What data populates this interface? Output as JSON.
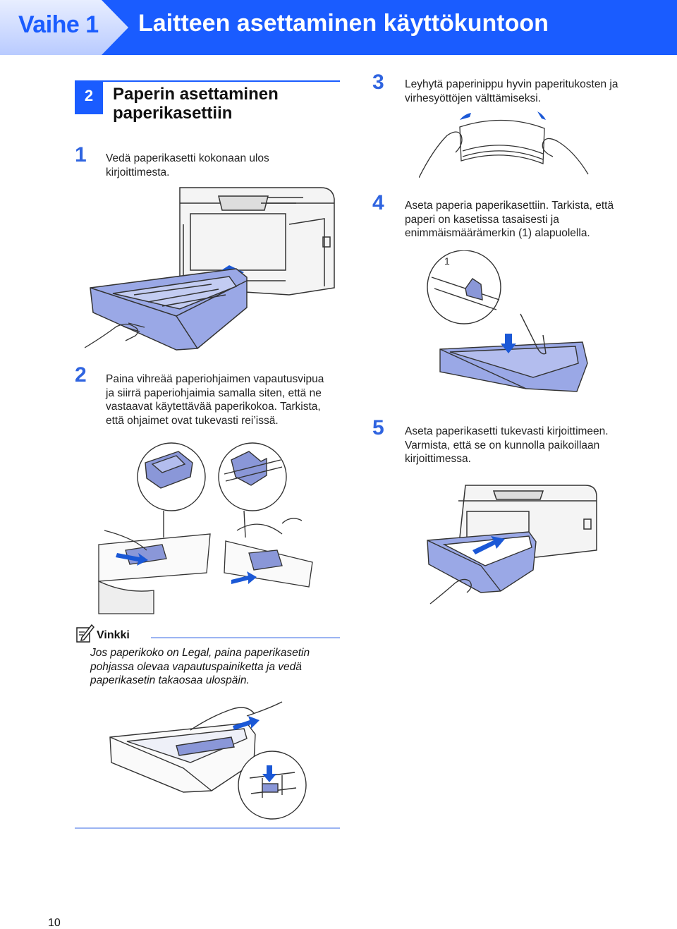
{
  "header": {
    "step_label": "Vaihe 1",
    "title": "Laitteen asettaminen käyttökuntoon",
    "brand_color": "#1a5cff"
  },
  "section": {
    "number": "2",
    "title_line1": "Paperin asettaminen",
    "title_line2": "paperikasettiin"
  },
  "steps": [
    {
      "num": "1",
      "lines": [
        "Vedä paperikasetti kokonaan ulos",
        "kirjoittimesta."
      ]
    },
    {
      "num": "2",
      "lines": [
        "Paina vihreää paperiohjaimen vapautusvipua",
        "ja siirrä paperiohjaimia samalla siten, että ne",
        "vastaavat käytettävää paperikokoa. Tarkista,",
        "että ohjaimet ovat tukevasti rei’issä."
      ]
    },
    {
      "num": "3",
      "lines": [
        "Leyhytä paperinippu hyvin paperitukosten ja",
        "virhesyöttöjen välttämiseksi."
      ]
    },
    {
      "num": "4",
      "lines": [
        "Aseta paperia paperikasettiin. Tarkista, että",
        "paperi on kasetissa tasaisesti ja",
        "enimmäismäärämerkin (1) alapuolella."
      ]
    },
    {
      "num": "5",
      "lines": [
        "Aseta paperikasetti tukevasti kirjoittimeen.",
        "Varmista, että se on kunnolla paikoillaan",
        "kirjoittimessa."
      ]
    }
  ],
  "figure_callout": "1",
  "tip": {
    "label": "Vinkki",
    "lines": [
      "Jos paperikoko on Legal, paina paperikasetin",
      "pohjassa olevaa vapautuspainiketta ja vedä",
      "paperikasetin takaosaa ulospäin."
    ]
  },
  "page_number": "10"
}
